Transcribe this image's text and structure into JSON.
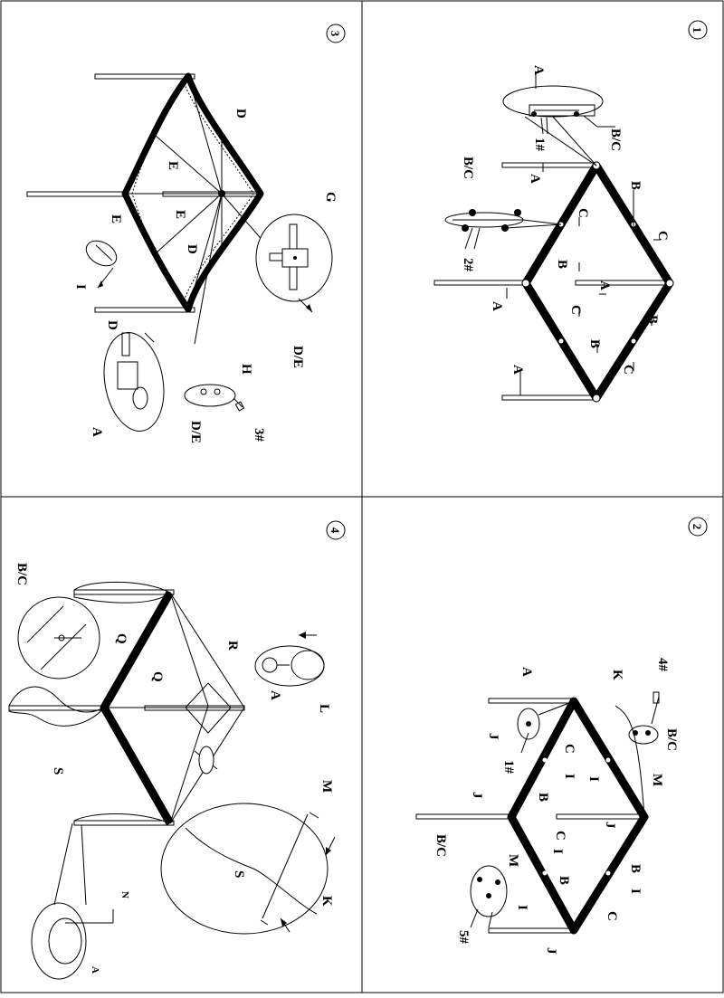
{
  "panels": [
    {
      "step": "1",
      "labels": {
        "a_top": "A",
        "bc_top": "B/C",
        "hash": "1#",
        "a1": "A",
        "b1": "B",
        "c1": "C",
        "c2": "C",
        "bc_left": "B/C",
        "hash2": "2#",
        "b2": "B",
        "a2": "A",
        "a3": "A",
        "c3": "C",
        "b3": "B",
        "a4": "A",
        "b4": "B",
        "c4": "C"
      }
    },
    {
      "step": "2",
      "labels": {
        "a_top": "A",
        "j1": "J",
        "hash1": "1#",
        "c1": "C",
        "i1": "I",
        "i2": "I",
        "k": "K",
        "hash4": "4#",
        "bc_right": "B/C",
        "m1": "M",
        "j2": "J",
        "j3": "J",
        "b1": "B",
        "bc_left": "B/C",
        "m2": "M",
        "i3": "I",
        "c2": "C",
        "i4": "I",
        "b2": "B",
        "b3": "B",
        "i5": "I",
        "c3": "C",
        "hash5": "5#",
        "j4": "J"
      }
    },
    {
      "step": "3",
      "labels": {
        "d1": "D",
        "e1": "E",
        "e2": "E",
        "e3": "E",
        "d2": "D",
        "i": "I",
        "g": "G",
        "de1": "D/E",
        "d3": "D",
        "a": "A",
        "h": "H",
        "de2": "D/E",
        "hash3": "3#"
      }
    },
    {
      "step": "4",
      "labels": {
        "bc": "B/C",
        "q1": "Q",
        "q2": "Q",
        "r": "R",
        "a1": "A",
        "l": "L",
        "s1": "S",
        "m": "M",
        "s2": "S",
        "k": "K",
        "n": "N",
        "a2": "A"
      }
    }
  ]
}
